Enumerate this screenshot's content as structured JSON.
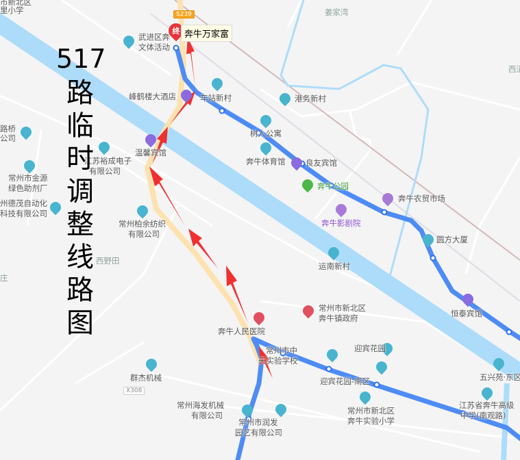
{
  "title": {
    "number": "517",
    "chars": [
      "路",
      "临",
      "时",
      "调",
      "整",
      "线",
      "路",
      "图"
    ]
  },
  "endpoint": {
    "badge": "终",
    "name": "奔牛万家富"
  },
  "road_shields": {
    "s239": "S239",
    "x308": "X308"
  },
  "colors": {
    "route": "#4e8cf5",
    "canal": "#addcfa",
    "arrow": "#f03030",
    "main_road": "#fde2b0",
    "endpoint": "#e8343a"
  },
  "labels": {
    "l0": "市新北区",
    "l1": "里小学",
    "l2": "武进区奔",
    "l3": "文体活动",
    "l4": "峰鹤楼大酒店",
    "l5": "车站新村",
    "l6": "路桥",
    "l7": "公司",
    "l8": "江苏裕成电子",
    "l9": "有限公司",
    "l10": "温馨宾馆",
    "l11": "常州市金源",
    "l12": "绿色助剂厂",
    "l13": "州德茂自动化",
    "l14": "科技有限公司",
    "l15": "常州柏余纺织",
    "l16": "有限公司",
    "l17": "西野田",
    "l18": "庄",
    "l19": "姜家湾",
    "l20": "西消",
    "l21": "港务新村",
    "l22": "树人公寓",
    "l23": "奔牛体育馆",
    "l24": "良友宾馆",
    "l25": "奔牛公园",
    "l26": "奔牛农贸市场",
    "l27": "奔牛影剧院",
    "l28": "圆方大厦",
    "l29": "运南新村",
    "l30": "恒泰宾馆",
    "l31": "常州市新北区",
    "l32": "奔牛镇政府",
    "l33": "奔牛人民医院",
    "l34": "常州市中",
    "l35": "天实验学校",
    "l36": "迎宾花园",
    "l37": "迎宾花园-南区",
    "l38": "五兴苑·东区",
    "l39": "群杰机械",
    "l40": "常州海发机械",
    "l41": "有限公司",
    "l42": "常州市润发",
    "l43": "园艺有限公司",
    "l44": "常州市新北区",
    "l45": "奔牛实验小学",
    "l46": "江苏省奔牛高级",
    "l47": "中学(南观路)"
  },
  "icons": [
    "school-icon",
    "company-icon",
    "hotel-icon",
    "park-icon",
    "market-icon",
    "cinema-icon",
    "hospital-icon",
    "government-icon",
    "residential-icon",
    "stadium-icon",
    "bus-stop-icon",
    "arrow-icon"
  ]
}
